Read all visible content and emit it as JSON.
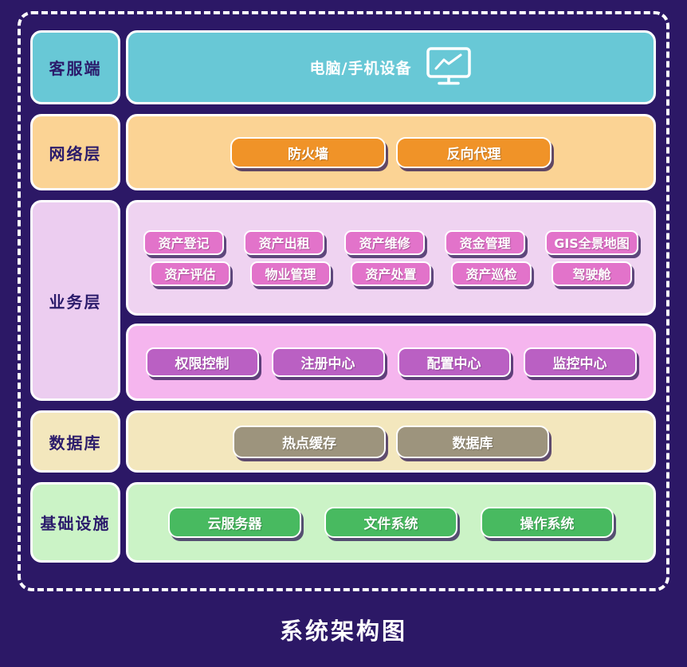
{
  "title": "系统架构图",
  "layers": {
    "client": {
      "label": "客服端",
      "device_label": "电脑/手机设备",
      "icon": "monitor-chart-icon"
    },
    "network": {
      "label": "网络层",
      "buttons": [
        "防火墙",
        "反向代理"
      ]
    },
    "business": {
      "label": "业务层",
      "app_row1": [
        "资产登记",
        "资产出租",
        "资产维修",
        "资金管理",
        "GIS全景地图"
      ],
      "app_row2": [
        "资产评估",
        "物业管理",
        "资产处置",
        "资产巡检",
        "驾驶舱"
      ],
      "services": [
        "权限控制",
        "注册中心",
        "配置中心",
        "监控中心"
      ]
    },
    "database": {
      "label": "数据库",
      "buttons": [
        "热点缓存",
        "数据库"
      ]
    },
    "infrastructure": {
      "label": "基础设施",
      "buttons": [
        "云服务器",
        "文件系统",
        "操作系统"
      ]
    }
  },
  "colors": {
    "background": "#2c1866",
    "frame_border": "#ffffff",
    "client_bg": "#68c8d6",
    "network_bg": "#fbd394",
    "network_button": "#f09328",
    "business_label_bg": "#eccdf0",
    "business_apps_panel_bg": "#efd3f1",
    "business_services_panel_bg": "#f5b5ee",
    "business_app_button": "#e273ca",
    "business_service_button": "#ba60c3",
    "database_bg": "#f3e7bd",
    "database_button": "#9d947d",
    "infrastructure_bg": "#cbf3c6",
    "infrastructure_button": "#48ba60",
    "label_text": "#2b1b6b",
    "button_text": "#ffffff",
    "title_text": "#ffffff"
  }
}
